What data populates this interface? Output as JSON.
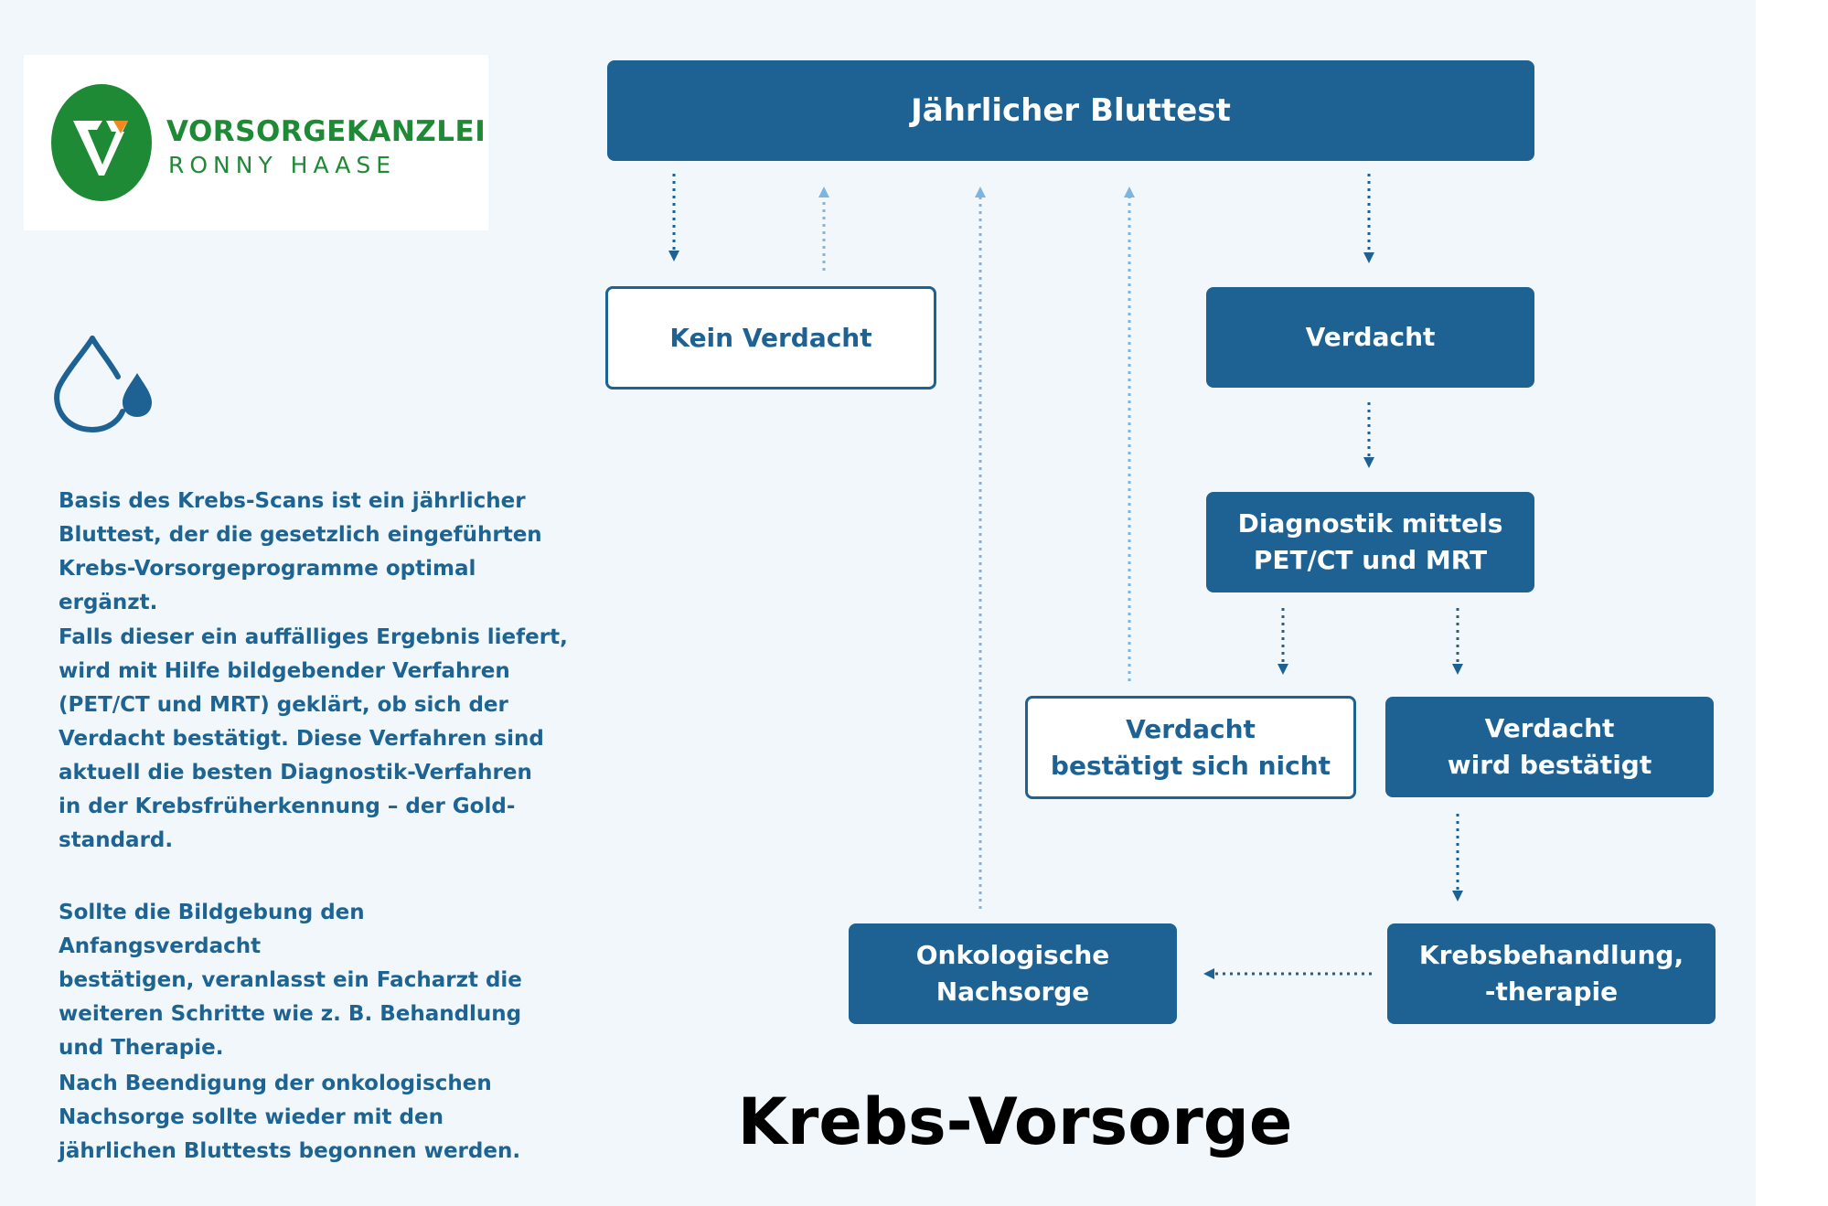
{
  "logo": {
    "name_line1": "VORSORGEKANZLEI",
    "name_line2": "RONNY HAASE",
    "brand_green": "#1e8a35",
    "accent_orange": "#f08a1c"
  },
  "icon": {
    "name": "blood-drops-icon"
  },
  "text": {
    "p1": "Basis des Krebs-Scans ist ein jährlicher\nBluttest, der die gesetzlich eingeführten\nKrebs-Vorsorgeprogramme optimal ergänzt.",
    "p2": "Falls dieser ein auffälliges Ergebnis liefert,\nwird mit Hilfe bildgebender Verfahren\n(PET/CT und MRT) geklärt, ob sich der\nVerdacht bestätigt. Diese Verfahren sind\naktuell die besten Diagnostik-Verfahren\nin der Krebsfrüherkennung – der Gold-\nstandard.",
    "p3": "Sollte die Bildgebung den Anfangsverdacht\nbestätigen, veranlasst ein Facharzt die\nweiteren Schritte wie z. B. Behandlung\nund Therapie.",
    "p4": "Nach Beendigung der onkologischen\nNachsorge sollte wieder mit den\njährlichen Bluttests begonnen werden."
  },
  "flow": {
    "bluttest": "Jährlicher Bluttest",
    "kein_verdacht": "Kein Verdacht",
    "verdacht": "Verdacht",
    "diagnostik": "Diagnostik mittels\nPET/CT und MRT",
    "nicht_bestaetigt": "Verdacht\nbestätigt sich nicht",
    "bestaetigt": "Verdacht\nwird bestätigt",
    "nachsorge": "Onkologische\nNachsorge",
    "behandlung": "Krebsbehandlung,\n-therapie"
  },
  "title": "Krebs-Vorsorge",
  "colors": {
    "primary": "#1e6193",
    "text_blue": "#1d6493",
    "arrow_dark": "#1e6193",
    "arrow_light": "#7fb4de",
    "background": "#f2f7fb"
  }
}
